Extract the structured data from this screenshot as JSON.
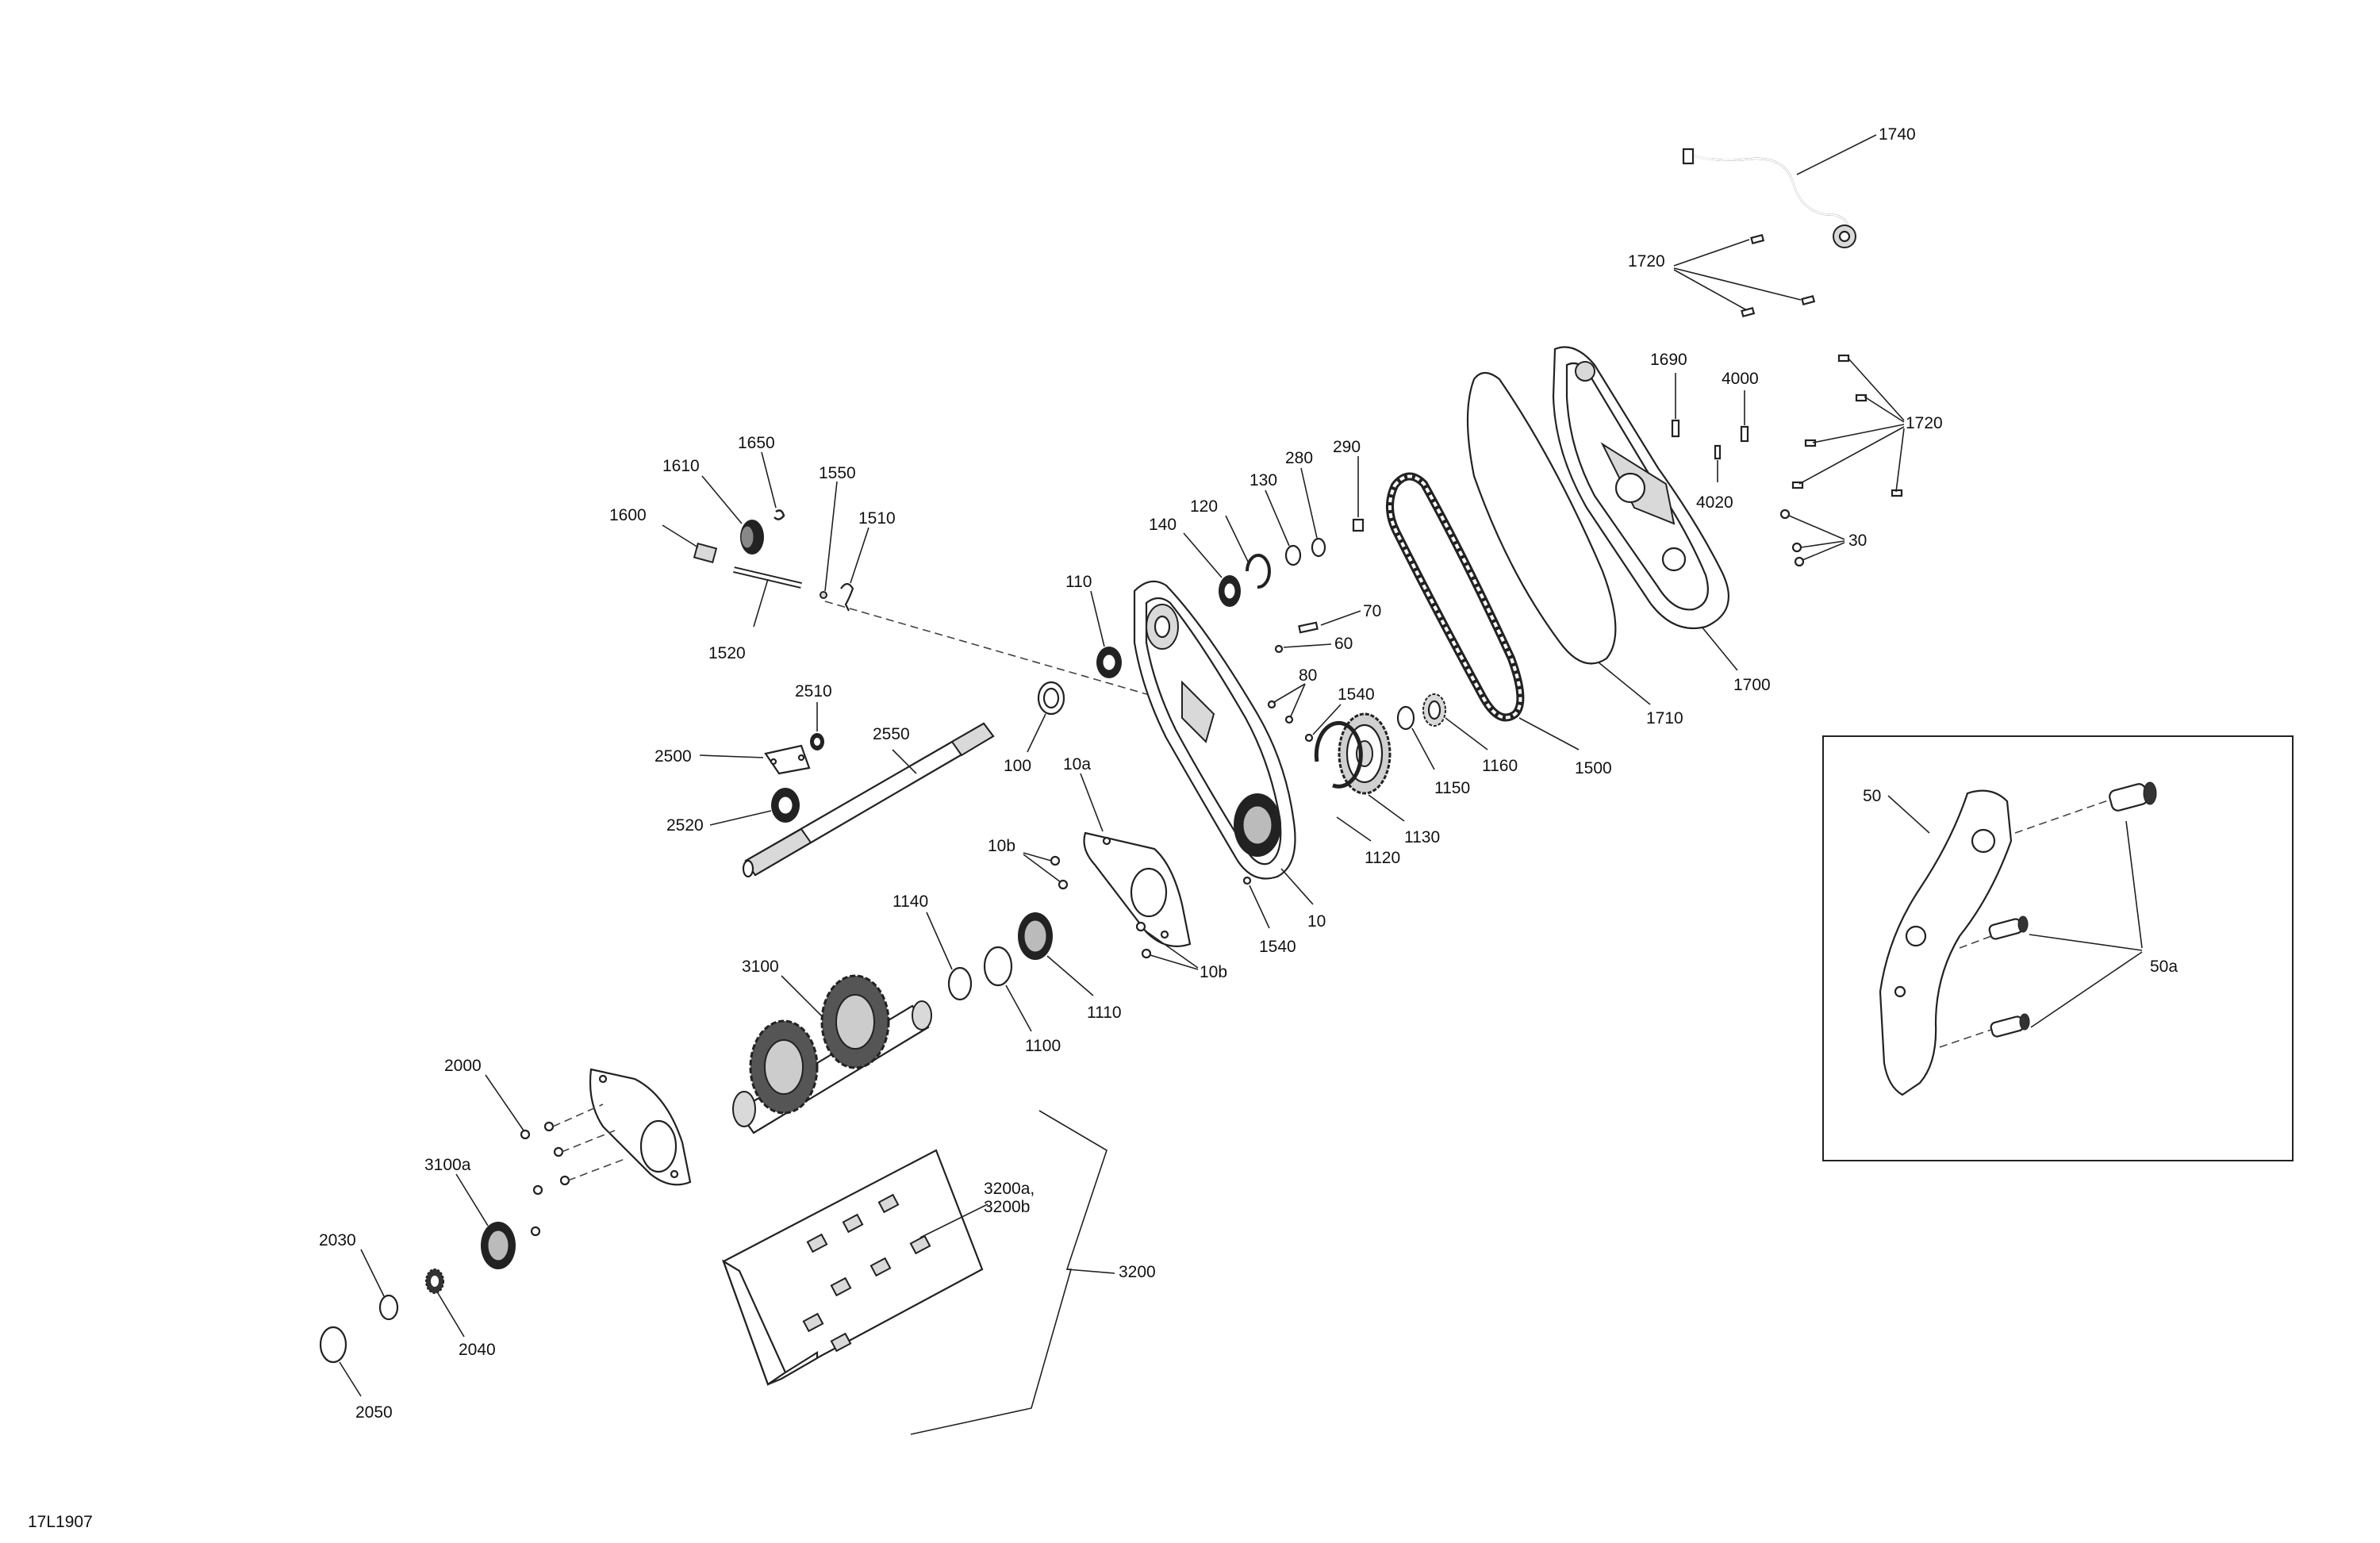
{
  "figure_id": "17L1907",
  "callouts": {
    "c1740": "1740",
    "c1720a": "1720",
    "c1720b": "1720",
    "c1690": "1690",
    "c4000": "4000",
    "c4020": "4020",
    "c30": "30",
    "c1700": "1700",
    "c1710": "1710",
    "c1500": "1500",
    "c1160": "1160",
    "c1150": "1150",
    "c1130": "1130",
    "c1120": "1120",
    "c1540a": "1540",
    "c1540b": "1540",
    "c10": "10",
    "c10a": "10a",
    "c10b_a": "10b",
    "c10b_b": "10b",
    "c70": "70",
    "c60": "60",
    "c80": "80",
    "c290": "290",
    "c280": "280",
    "c130": "130",
    "c120": "120",
    "c140": "140",
    "c110": "110",
    "c100": "100",
    "c1650": "1650",
    "c1610": "1610",
    "c1550": "1550",
    "c1510": "1510",
    "c1600": "1600",
    "c1520": "1520",
    "c2510": "2510",
    "c2550": "2550",
    "c2500": "2500",
    "c2520": "2520",
    "c1140": "1140",
    "c1110": "1110",
    "c1100": "1100",
    "c3100": "3100",
    "c2000": "2000",
    "c3100a": "3100a",
    "c3200ab_1": "3200a,",
    "c3200ab_2": "3200b",
    "c3200": "3200",
    "c2030": "2030",
    "c2040": "2040",
    "c2050": "2050",
    "c50": "50",
    "c50a": "50a"
  }
}
